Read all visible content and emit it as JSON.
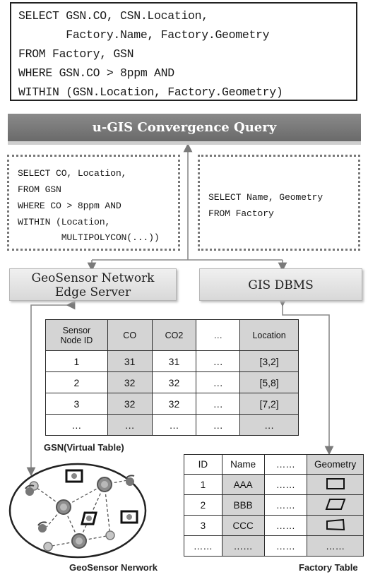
{
  "top_query": {
    "lines": [
      "SELECT GSN.CO, CSN.Location,",
      "       Factory.Name, Factory.Geometry",
      "FROM Factory, GSN",
      "WHERE GSN.CO > 8ppm AND",
      "WITHIN (GSN.Location, Factory.Geometry)"
    ]
  },
  "ugis_title": "u-GIS Convergence Query",
  "left_query": {
    "lines": [
      "SELECT CO, Location,",
      "FROM GSN",
      "WHERE CO > 8ppm AND",
      "WITHIN (Location,",
      "        MULTIPOLYCON(...))"
    ]
  },
  "right_query": {
    "lines": [
      "SELECT Name, Geometry",
      "FROM Factory"
    ]
  },
  "edge_server": {
    "line1": "GeoSensor Network",
    "line2": "Edge Server"
  },
  "gis_dbms": "GIS DBMS",
  "gsn_table": {
    "headers": [
      "Sensor\nNode ID",
      "CO",
      "CO2",
      "…",
      "Location"
    ],
    "rows": [
      [
        "1",
        "31",
        "31",
        "…",
        "[3,2]"
      ],
      [
        "2",
        "32",
        "32",
        "…",
        "[5,8]"
      ],
      [
        "3",
        "32",
        "32",
        "…",
        "[7,2]"
      ],
      [
        "…",
        "…",
        "…",
        "…",
        "…"
      ]
    ],
    "caption": "GSN(Virtual Table)"
  },
  "factory_table": {
    "headers": [
      "ID",
      "Name",
      "……",
      "Geometry"
    ],
    "rows": [
      [
        "1",
        "AAA",
        "……",
        ""
      ],
      [
        "2",
        "BBB",
        "……",
        ""
      ],
      [
        "3",
        "CCC",
        "……",
        ""
      ],
      [
        "……",
        "……",
        "……",
        "……"
      ]
    ],
    "caption": "Factory Table"
  },
  "network_caption": "GeoSensor Nerwork"
}
